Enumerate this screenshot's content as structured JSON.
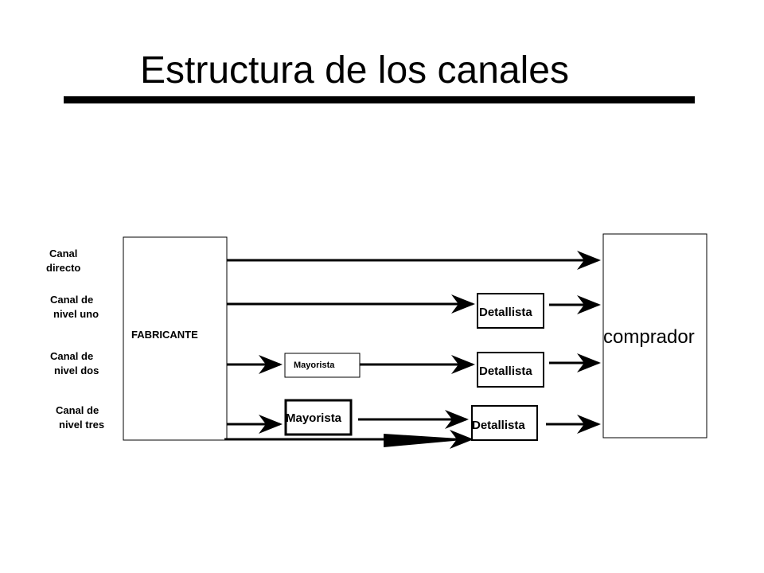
{
  "title": "Estructura de los canales",
  "channels": {
    "directo": [
      "Canal",
      "directo"
    ],
    "uno": [
      "Canal de",
      "nivel uno"
    ],
    "dos": [
      "Canal de",
      "nivel dos"
    ],
    "tres": [
      "Canal de",
      "nivel tres"
    ]
  },
  "nodes": {
    "fabricante": "FABRICANTE",
    "comprador": "comprador",
    "detallista_uno": "Detallista",
    "mayorista_dos": "Mayorista",
    "detallista_dos": "Detallista",
    "mayorista_tres": "Mayorista",
    "detallista_tres": "Detallista"
  }
}
